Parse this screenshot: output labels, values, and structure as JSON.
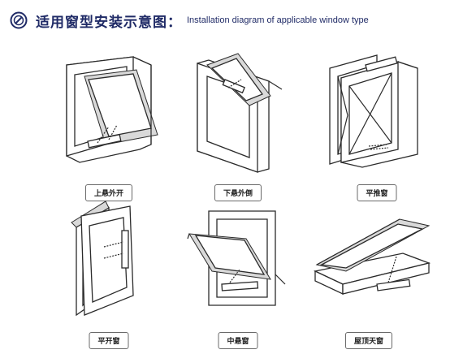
{
  "header": {
    "title_cn": "适用窗型安装示意图：",
    "title_en": "Installation diagram of applicable window type"
  },
  "windows": [
    {
      "label": "上悬外开",
      "icon": "top-hung-outward-window-icon"
    },
    {
      "label": "下悬外倒",
      "icon": "bottom-hung-outward-window-icon"
    },
    {
      "label": "平推窗",
      "icon": "parallel-push-window-icon"
    },
    {
      "label": "平开窗",
      "icon": "casement-window-icon"
    },
    {
      "label": "中悬窗",
      "icon": "center-pivot-window-icon"
    },
    {
      "label": "屋顶天窗",
      "icon": "roof-skylight-icon"
    }
  ],
  "colors": {
    "title": "#1f2a66",
    "line": "#2b2b2b",
    "label_border": "#6a6a6a"
  }
}
